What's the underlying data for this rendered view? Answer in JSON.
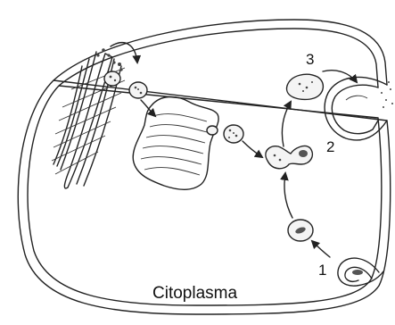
{
  "labels": {
    "step_1": "1",
    "step_2": "2",
    "step_3": "3",
    "region": "Citoplasma"
  },
  "colors": {
    "ink": "#222222",
    "background": "#ffffff"
  }
}
